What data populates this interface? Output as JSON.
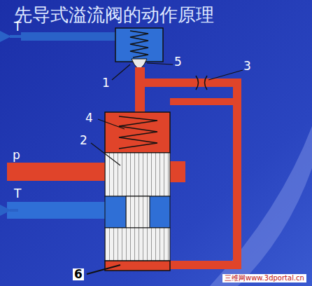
{
  "diagram": {
    "title": "先导式溢流阀的动作原理",
    "labels": [
      "T",
      "1",
      "5",
      "3",
      "4",
      "2",
      "p",
      "T",
      "6",
      "三维网www.3dportal.cn"
    ]
  }
}
